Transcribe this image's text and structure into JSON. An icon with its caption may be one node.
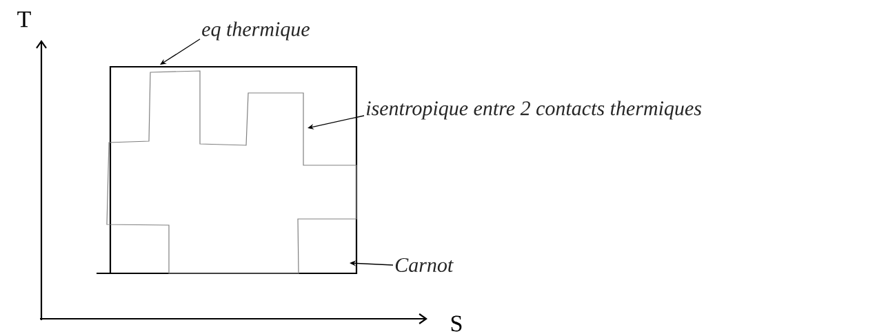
{
  "diagram": {
    "nodes": [
      {
        "text": [
          "eq thermique"
        ]
      },
      {
        "text": [
          "isentropique entre 2 contacts thermiques"
        ]
      },
      {
        "text": [
          "Carnot"
        ]
      }
    ],
    "edges": [
      {
        "from": 0,
        "to": null,
        "arrow": "to"
      },
      {
        "from": 1,
        "to": null,
        "arrow": "to"
      },
      {
        "from": 2,
        "to": null,
        "arrow": "to"
      }
    ],
    "labels": [
      "T",
      "S"
    ]
  }
}
